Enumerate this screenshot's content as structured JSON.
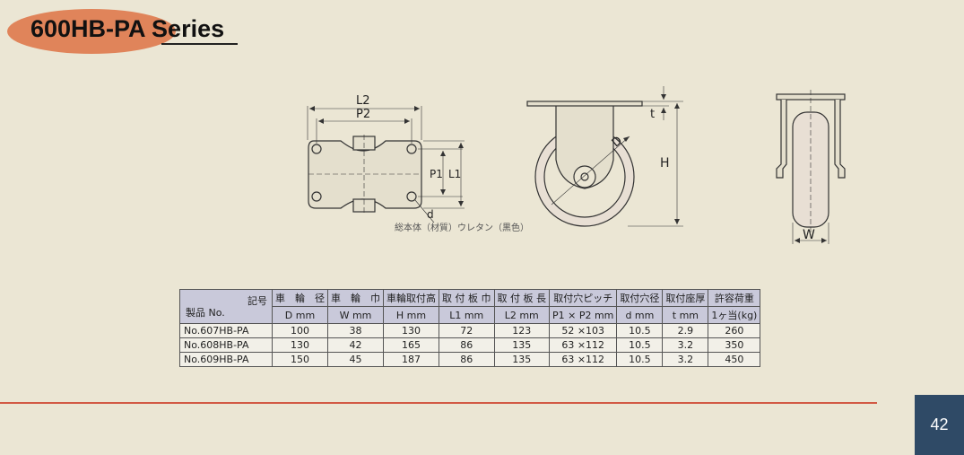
{
  "header": {
    "series_title": "600HB-PA Series"
  },
  "drawings": {
    "top_view": {
      "l2": "L2",
      "p2": "P2",
      "p1": "P1",
      "l1": "L1",
      "d": "d"
    },
    "side_view": {
      "t": "t",
      "h": "H",
      "d": "D"
    },
    "front_view": {
      "w": "W"
    },
    "wheel_note": "総本体（材質）ウレタン（黒色）"
  },
  "table": {
    "corner_top": "記号",
    "corner_bottom": "製品 No.",
    "columns": [
      {
        "name": "車　輪　径",
        "unit": "D mm"
      },
      {
        "name": "車　輪　巾",
        "unit": "W mm"
      },
      {
        "name": "車輪取付高",
        "unit": "H mm"
      },
      {
        "name": "取 付 板 巾",
        "unit": "L1 mm"
      },
      {
        "name": "取 付 板 長",
        "unit": "L2 mm"
      },
      {
        "name": "取付穴ピッチ",
        "unit": "P1 × P2 mm"
      },
      {
        "name": "取付穴径",
        "unit": "d mm"
      },
      {
        "name": "取付座厚",
        "unit": "t mm"
      },
      {
        "name": "許容荷重",
        "unit": "1ヶ当(kg)"
      }
    ],
    "rows": [
      {
        "model": "No.607HB-PA",
        "values": [
          "100",
          "38",
          "130",
          "72",
          "123",
          "52 ×103",
          "10.5",
          "2.9",
          "260"
        ]
      },
      {
        "model": "No.608HB-PA",
        "values": [
          "130",
          "42",
          "165",
          "86",
          "135",
          "63 ×112",
          "10.5",
          "3.2",
          "350"
        ]
      },
      {
        "model": "No.609HB-PA",
        "values": [
          "150",
          "45",
          "187",
          "86",
          "135",
          "63 ×112",
          "10.5",
          "3.2",
          "450"
        ]
      }
    ]
  },
  "footer": {
    "page_number": "42"
  },
  "colors": {
    "background": "#ebe6d4",
    "title_oval": "#e0845a",
    "table_header": "#c9c9da",
    "rule_line": "#d25a45",
    "page_box": "#2f4a66"
  }
}
